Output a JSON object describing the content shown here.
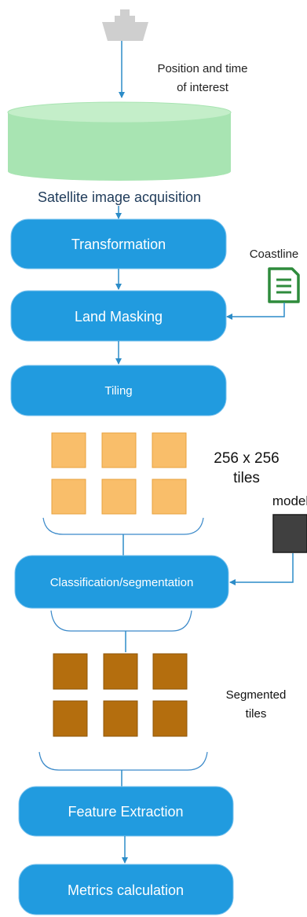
{
  "input": {
    "icon": "ship-icon",
    "label_line1": "Position and time",
    "label_line2": "of interest"
  },
  "database": {
    "label": "Satellite image acquisition",
    "fill": "#A8E4B2",
    "top_fill": "#C4EEC9"
  },
  "steps": {
    "transformation": "Transformation",
    "land_masking": "Land Masking",
    "tiling": "Tiling",
    "classification": "Classification/segmentation",
    "feature_extraction": "Feature Extraction",
    "metrics": "Metrics calculation"
  },
  "coastline": {
    "label": "Coastline",
    "icon": "document-icon",
    "color": "#2E8B3C"
  },
  "model": {
    "label": "model",
    "color": "#404040"
  },
  "tiles_input": {
    "label_line1": "256 x 256",
    "label_line2": "tiles",
    "count": 6,
    "color": "#F9BE6A"
  },
  "tiles_segmented": {
    "label_line1": "Segmented",
    "label_line2": "tiles",
    "count": 6,
    "color": "#B46E0E"
  },
  "colors": {
    "step_fill": "#219BDF",
    "arrow": "#2C8CC8",
    "bracket": "#3A89C9"
  }
}
